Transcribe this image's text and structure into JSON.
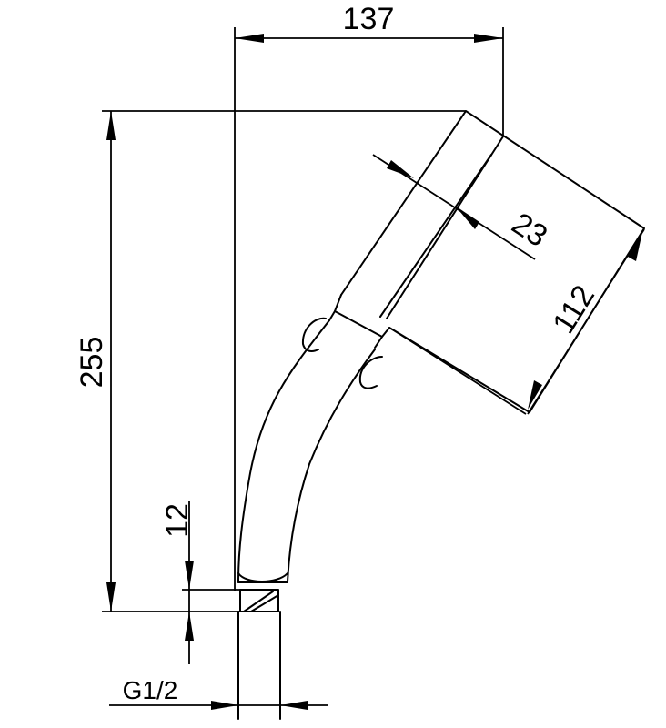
{
  "dimensions": {
    "width": "137",
    "height": "255",
    "head_depth": "23",
    "head_face": "112",
    "connector": "12",
    "thread": "G1/2"
  }
}
